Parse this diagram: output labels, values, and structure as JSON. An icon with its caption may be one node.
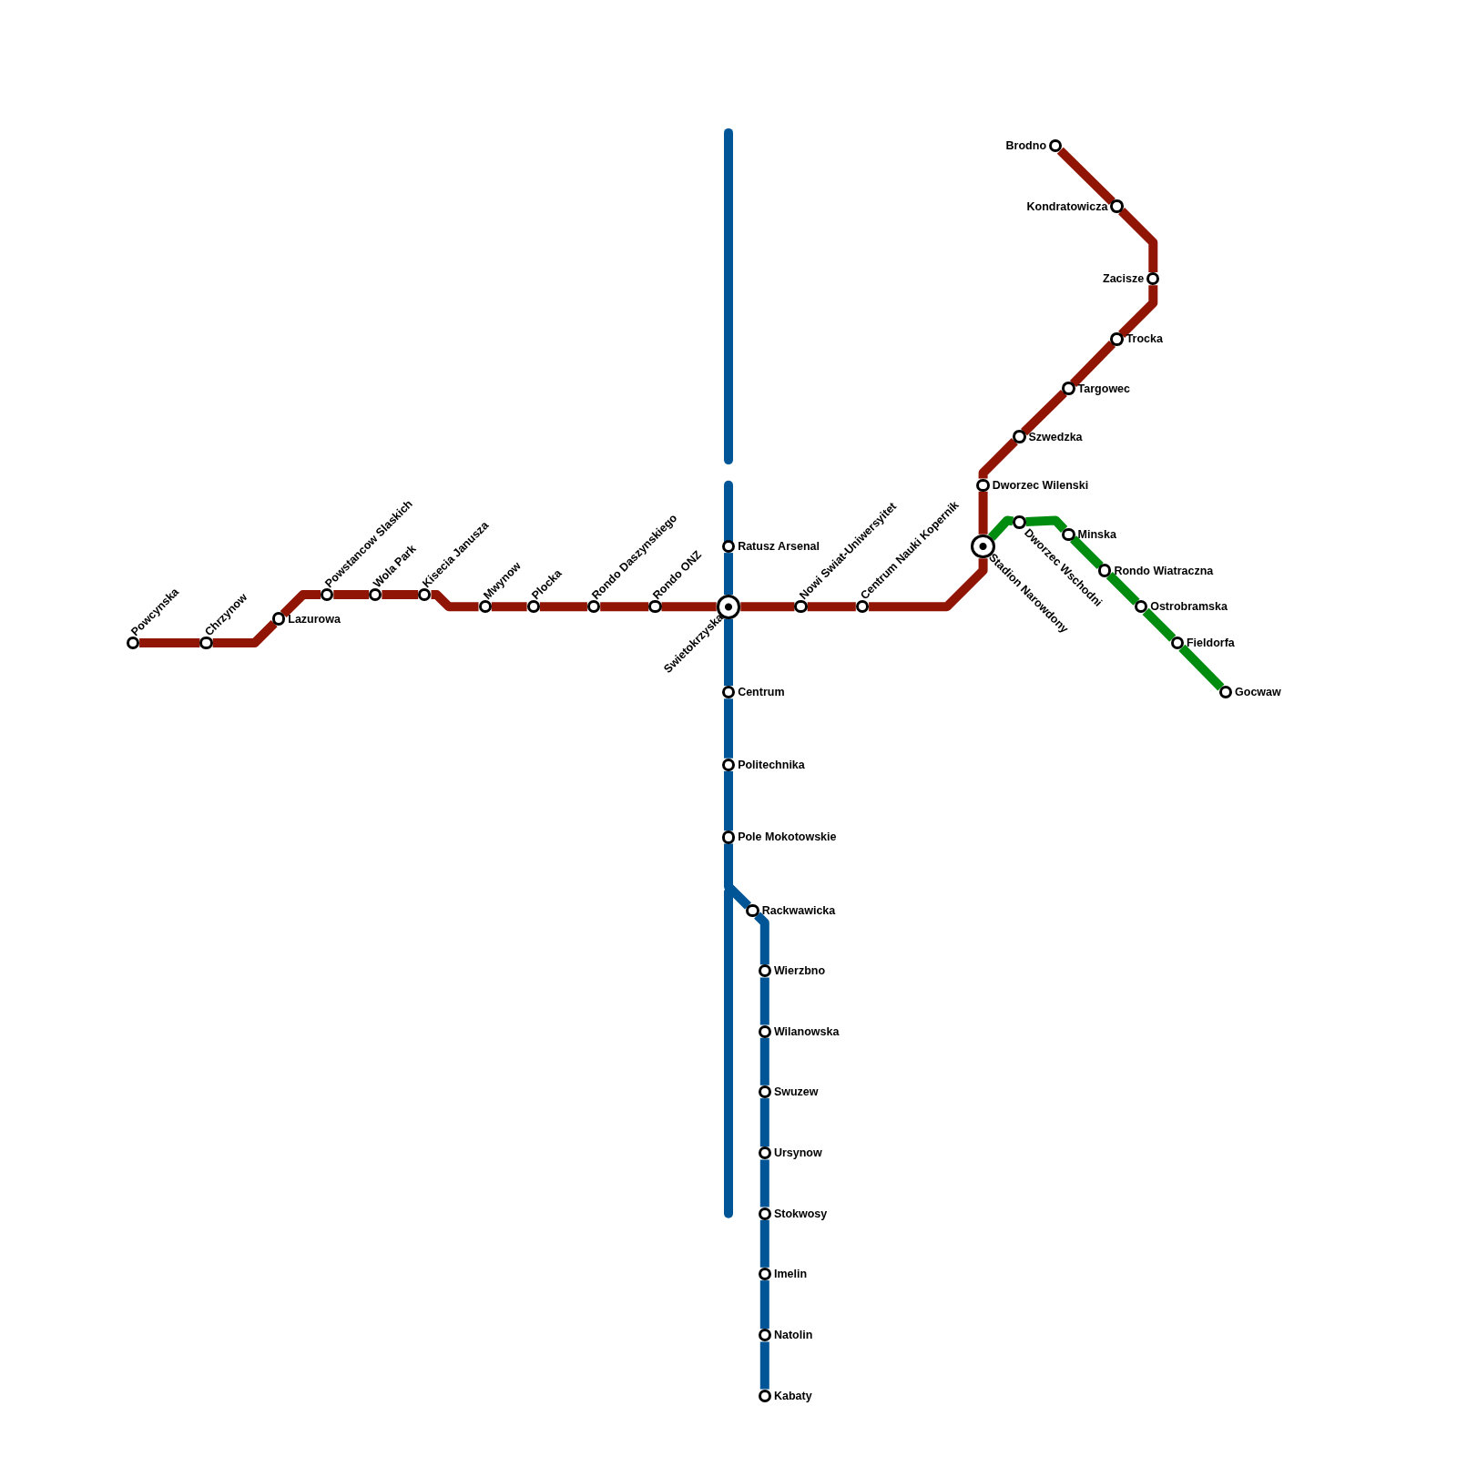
{
  "diagram": {
    "nodes": [
      {
        "text": [
          "Powcynska"
        ]
      },
      {
        "text": [
          "Chrzynow"
        ]
      },
      {
        "text": [
          "Lazurowa"
        ]
      },
      {
        "text": [
          "Powstancow Slaskich"
        ]
      },
      {
        "text": [
          "Wola Park"
        ]
      },
      {
        "text": [
          "Kisecia Janusza"
        ]
      },
      {
        "text": [
          "Mwynow"
        ]
      },
      {
        "text": [
          "Plocka"
        ]
      },
      {
        "text": [
          "Rondo Daszynskiego"
        ]
      },
      {
        "text": [
          "Rondo ONZ"
        ]
      },
      {
        "text": [
          "Swietokrzyska"
        ]
      },
      {
        "text": [
          "Nowi Swiat-Uniwersyitet"
        ]
      },
      {
        "text": [
          "Centrum Nauki Kopernik"
        ]
      },
      {
        "text": [
          "Stadion Narowdony"
        ]
      },
      {
        "text": [
          "Dworzec Wilenski"
        ]
      },
      {
        "text": [
          "Szwedzka"
        ]
      },
      {
        "text": [
          "Targowec"
        ]
      },
      {
        "text": [
          "Trocka"
        ]
      },
      {
        "text": [
          "Zacisze"
        ]
      },
      {
        "text": [
          "Kondratowicza"
        ]
      },
      {
        "text": [
          "Brodno"
        ]
      },
      {
        "text": [
          "Ratusz Arsenal"
        ]
      },
      {
        "text": [
          "Centrum"
        ]
      },
      {
        "text": [
          "Politechnika"
        ]
      },
      {
        "text": [
          "Pole Mokotowskie"
        ]
      },
      {
        "text": [
          "Rackwawicka"
        ]
      },
      {
        "text": [
          "Wierzbno"
        ]
      },
      {
        "text": [
          "Wilanowska"
        ]
      },
      {
        "text": [
          "Swuzew"
        ]
      },
      {
        "text": [
          "Ursynow"
        ]
      },
      {
        "text": [
          "Stokwosy"
        ]
      },
      {
        "text": [
          "Imelin"
        ]
      },
      {
        "text": [
          "Natolin"
        ]
      },
      {
        "text": [
          "Kabaty"
        ]
      },
      {
        "text": [
          "Dworzec Wschodni"
        ]
      },
      {
        "text": [
          "Minska"
        ]
      },
      {
        "text": [
          "Rondo Wiatraczna"
        ]
      },
      {
        "text": [
          "Ostrobramska"
        ]
      },
      {
        "text": [
          "Fieldorfa"
        ]
      },
      {
        "text": [
          "Gocwaw"
        ]
      }
    ],
    "edges": [
      {
        "from": 0,
        "to": 1,
        "arrow": "none"
      },
      {
        "from": 1,
        "to": 2,
        "arrow": "none"
      },
      {
        "from": 2,
        "to": 3,
        "arrow": "none"
      },
      {
        "from": 3,
        "to": 4,
        "arrow": "none"
      },
      {
        "from": 4,
        "to": 5,
        "arrow": "none"
      },
      {
        "from": 5,
        "to": 6,
        "arrow": "none"
      },
      {
        "from": 6,
        "to": 7,
        "arrow": "none"
      },
      {
        "from": 7,
        "to": 8,
        "arrow": "none"
      },
      {
        "from": 8,
        "to": 9,
        "arrow": "none"
      },
      {
        "from": 9,
        "to": 10,
        "arrow": "none"
      },
      {
        "from": 10,
        "to": 11,
        "arrow": "none"
      },
      {
        "from": 11,
        "to": 12,
        "arrow": "none"
      },
      {
        "from": 12,
        "to": 13,
        "arrow": "none"
      },
      {
        "from": 13,
        "to": 14,
        "arrow": "none"
      },
      {
        "from": 14,
        "to": 15,
        "arrow": "none"
      },
      {
        "from": 15,
        "to": 16,
        "arrow": "none"
      },
      {
        "from": 16,
        "to": 17,
        "arrow": "none"
      },
      {
        "from": 17,
        "to": 18,
        "arrow": "none"
      },
      {
        "from": 18,
        "to": 19,
        "arrow": "none"
      },
      {
        "from": 19,
        "to": 20,
        "arrow": "none"
      },
      {
        "from": 21,
        "to": 10,
        "arrow": "none",
        "color": "#005596"
      },
      {
        "from": 10,
        "to": 22,
        "arrow": "none",
        "color": "#005596"
      },
      {
        "from": 22,
        "to": 23,
        "arrow": "none",
        "color": "#005596"
      },
      {
        "from": 23,
        "to": 24,
        "arrow": "none",
        "color": "#005596"
      },
      {
        "from": 24,
        "to": 25,
        "arrow": "none",
        "color": "#005596"
      },
      {
        "from": 25,
        "to": 26,
        "arrow": "none",
        "color": "#005596"
      },
      {
        "from": 26,
        "to": 27,
        "arrow": "none",
        "color": "#005596"
      },
      {
        "from": 27,
        "to": 28,
        "arrow": "none",
        "color": "#005596"
      },
      {
        "from": 28,
        "to": 29,
        "arrow": "none",
        "color": "#005596"
      },
      {
        "from": 29,
        "to": 30,
        "arrow": "none",
        "color": "#005596"
      },
      {
        "from": 30,
        "to": 31,
        "arrow": "none",
        "color": "#005596"
      },
      {
        "from": 31,
        "to": 32,
        "arrow": "none",
        "color": "#005596"
      },
      {
        "from": 32,
        "to": 33,
        "arrow": "none",
        "color": "#005596"
      },
      {
        "from": 13,
        "to": 34,
        "arrow": "none",
        "color": "#008c0f"
      },
      {
        "from": 34,
        "to": 35,
        "arrow": "none",
        "color": "#008c0f"
      },
      {
        "from": 35,
        "to": 36,
        "arrow": "none",
        "color": "#008c0f"
      },
      {
        "from": 36,
        "to": 37,
        "arrow": "none",
        "color": "#008c0f"
      },
      {
        "from": 37,
        "to": 38,
        "arrow": "none",
        "color": "#008c0f"
      },
      {
        "from": 38,
        "to": 39,
        "arrow": "none",
        "color": "#008c0f"
      }
    ]
  }
}
